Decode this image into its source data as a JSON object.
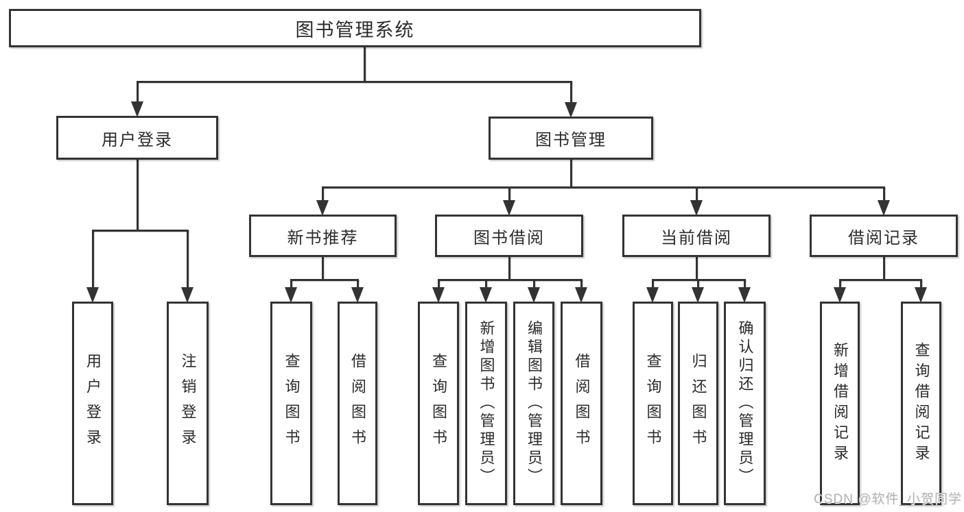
{
  "watermark": "CSDN @软件_小贺同学",
  "colors": {
    "line": "#333333",
    "text": "#2b2b2b",
    "watermark": "#b3b3b3",
    "background": "#ffffff"
  },
  "nodes": {
    "root": "图书管理系统",
    "user-login": "用户登录",
    "book-mgmt": "图书管理",
    "new-book-rec": "新书推荐",
    "book-borrow": "图书借阅",
    "current-borrow": "当前借阅",
    "borrow-records": "借阅记录",
    "user-login-leaf": "用户登录",
    "logout-leaf": "注销登录",
    "rec-query-books": "查询图书",
    "rec-borrow-books": "借阅图书",
    "bb-query-books": "查询图书",
    "bb-add-books": "新增图书（管理员）",
    "bb-edit-books": "编辑图书（管理员）",
    "bb-borrow-books": "借阅图书",
    "cb-query-books": "查询图书",
    "cb-return-books": "归还图书",
    "cb-confirm-return": "确认归还（管理员）",
    "br-add-record": "新增借阅记录",
    "br-query-record": "查询借阅记录"
  }
}
